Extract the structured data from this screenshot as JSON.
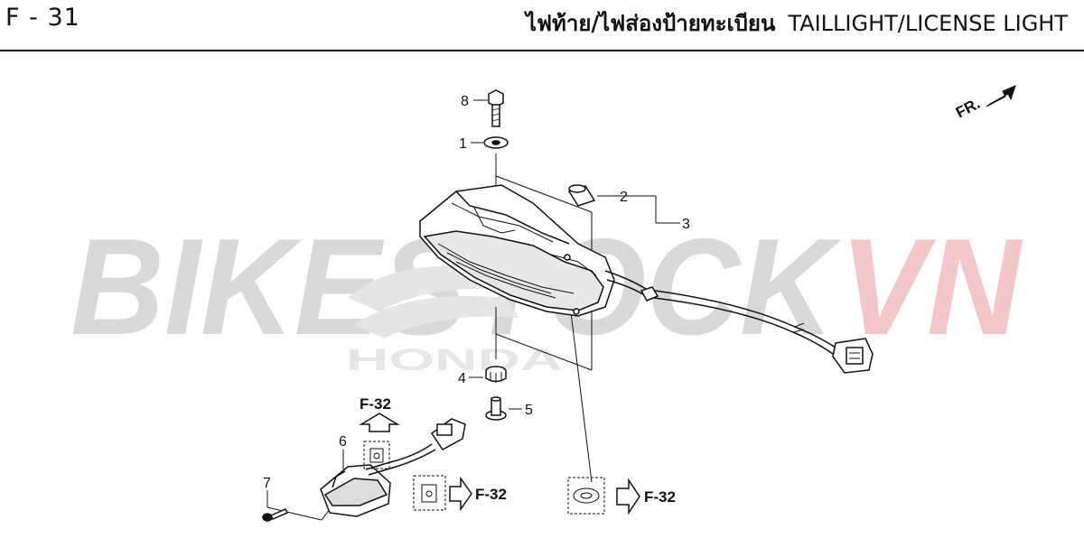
{
  "header": {
    "page_code": "F - 31",
    "title_thai": "ไฟท้าย/ไฟส่องป้ายทะเบียน",
    "title_en": "TAILLIGHT/LICENSE LIGHT"
  },
  "watermark": {
    "text_gray": "BIKESTOCK",
    "text_red": "VN",
    "brand": "HONDA"
  },
  "direction": {
    "label": "FR."
  },
  "callouts": [
    {
      "id": "8",
      "label": "8"
    },
    {
      "id": "1",
      "label": "1"
    },
    {
      "id": "2",
      "label": "2"
    },
    {
      "id": "3",
      "label": "3"
    },
    {
      "id": "4",
      "label": "4"
    },
    {
      "id": "5",
      "label": "5"
    },
    {
      "id": "6",
      "label": "6"
    },
    {
      "id": "7",
      "label": "7"
    }
  ],
  "references": [
    {
      "label": "F-32"
    },
    {
      "label": "F-32"
    },
    {
      "label": "F-32"
    }
  ],
  "colors": {
    "line": "#111111",
    "watermark_gray": "#d9d9d9",
    "watermark_red": "#f3c7c7",
    "background": "#ffffff"
  }
}
